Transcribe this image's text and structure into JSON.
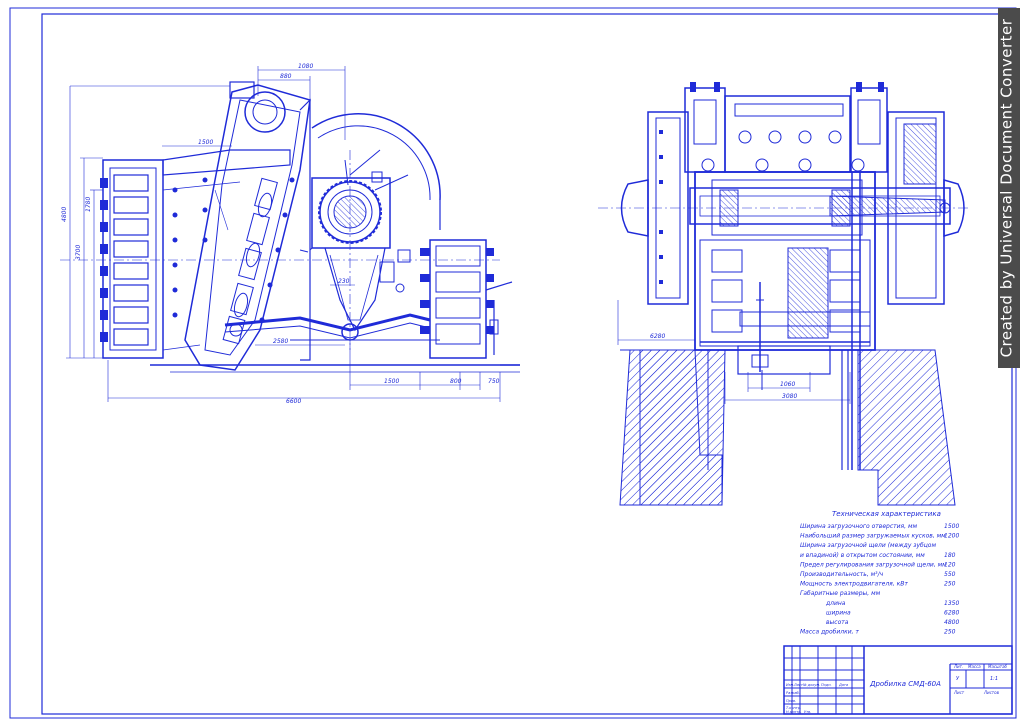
{
  "watermark": "Created by Universal Document Converter",
  "dimensions": {
    "d1080": "1080",
    "d880": "880",
    "d1500": "1500",
    "d4800": "4800",
    "d1780": "1780",
    "d3700": "3700",
    "d230": "230",
    "d2580": "2580",
    "d6600": "6600",
    "d1500b": "1500",
    "d800": "800",
    "d750": "750",
    "d6280": "6280",
    "d1060": "1060",
    "d3080": "3080"
  },
  "specs": {
    "title": "Техническая характеристика",
    "rows": [
      {
        "label": "Ширина загрузочного отверстия, мм",
        "value": "1500"
      },
      {
        "label": "Наибольший размер загружаемых кусков, мм",
        "value": "1200"
      },
      {
        "label": "Ширина загрузочной щели (между зубцом",
        "value": ""
      },
      {
        "label": "и впадиной) в открытом состоянии, мм",
        "value": "180"
      },
      {
        "label": "Предел регулирования загрузочной щели, мм",
        "value": "120"
      },
      {
        "label": "Производительность, м³/ч",
        "value": "550"
      },
      {
        "label": "Мощность электродвигателя, кВт",
        "value": "250"
      },
      {
        "label": "Габаритные размеры, мм",
        "value": ""
      },
      {
        "label": "длина",
        "value": "1350"
      },
      {
        "label": "ширина",
        "value": "6280"
      },
      {
        "label": "высота",
        "value": "4800"
      },
      {
        "label": "Масса дробилки, т",
        "value": "250"
      }
    ]
  },
  "titleblock": {
    "name": "Дробилка СМД-60А",
    "h_lit": "Лит.",
    "h_mass": "Масса",
    "h_scale": "Масштаб",
    "sheet": "Лист",
    "sheets": "Листов",
    "c_izm": "Изм.",
    "c_list": "Лист",
    "c_ndoc": "№ докум.",
    "c_podp": "Подп.",
    "c_data": "Дата",
    "r_razrab": "Разраб.",
    "r_prov": "Пров.",
    "r_tkontr": "Т.контр.",
    "r_nkontr": "Н.контр.",
    "r_utv": "Утв.",
    "scale_val": "1:1",
    "lit_val": "У"
  }
}
